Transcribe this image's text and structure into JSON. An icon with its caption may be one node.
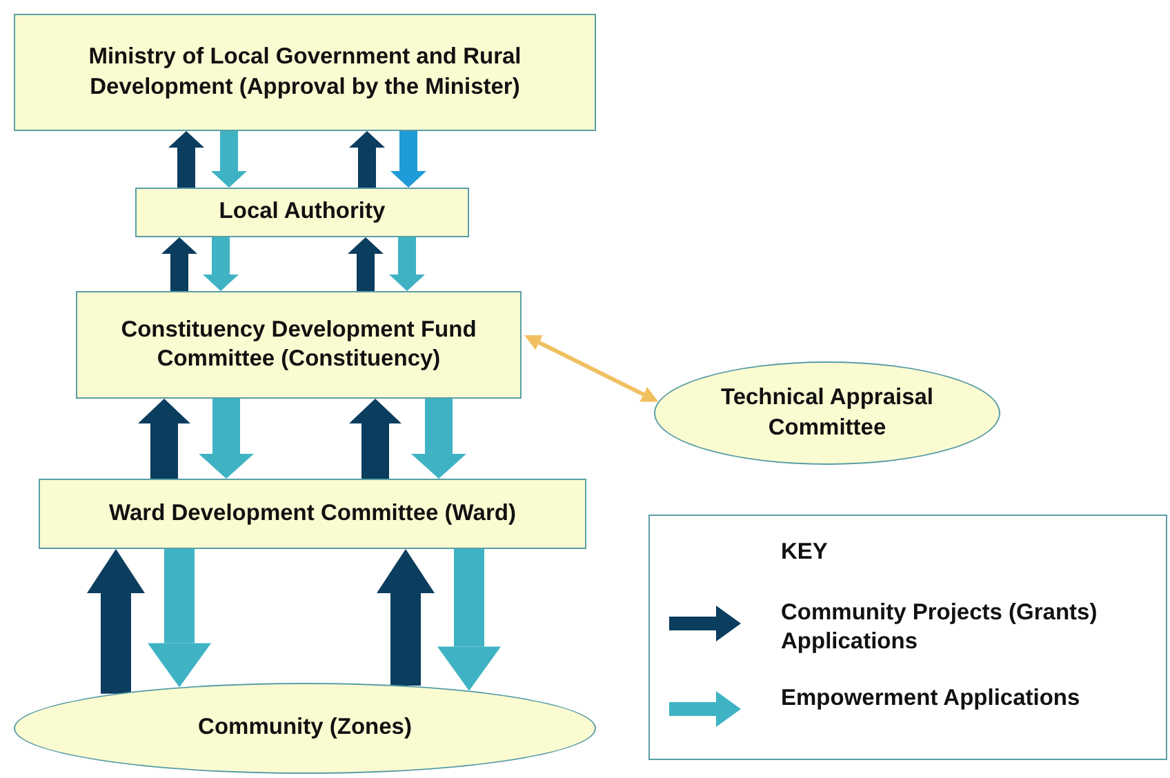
{
  "diagram": {
    "nodes": [
      {
        "text": [
          "Ministry of Local Government and Rural Development (Approval by the Minister)"
        ]
      },
      {
        "text": [
          "Local Authority"
        ]
      },
      {
        "text": [
          "Constituency Development Fund Committee (Constituency)"
        ]
      },
      {
        "text": [
          "Technical Appraisal Committee"
        ]
      },
      {
        "text": [
          "Ward Development Committee (Ward)"
        ]
      },
      {
        "text": [
          "Community (Zones)"
        ]
      }
    ],
    "edges": [
      {
        "from": 1,
        "to": 0,
        "arrow": "to",
        "color": "#0b3d5e"
      },
      {
        "from": 0,
        "to": 1,
        "arrow": "to",
        "color": "#3fb3c4"
      },
      {
        "from": 1,
        "to": 0,
        "arrow": "to",
        "color": "#0b3d5e"
      },
      {
        "from": 0,
        "to": 1,
        "arrow": "to",
        "color": "#1f9bd7"
      },
      {
        "from": 2,
        "to": 1,
        "arrow": "to",
        "color": "#0b3d5e"
      },
      {
        "from": 1,
        "to": 2,
        "arrow": "to",
        "color": "#3fb3c4"
      },
      {
        "from": 2,
        "to": 1,
        "arrow": "to",
        "color": "#0b3d5e"
      },
      {
        "from": 1,
        "to": 2,
        "arrow": "to",
        "color": "#3fb3c4"
      },
      {
        "from": 2,
        "to": 3,
        "arrow": "both",
        "color": "#f0c060"
      },
      {
        "from": 4,
        "to": 2,
        "arrow": "to",
        "color": "#0b3d5e"
      },
      {
        "from": 2,
        "to": 4,
        "arrow": "to",
        "color": "#3fb3c4"
      },
      {
        "from": 4,
        "to": 2,
        "arrow": "to",
        "color": "#0b3d5e"
      },
      {
        "from": 2,
        "to": 4,
        "arrow": "to",
        "color": "#3fb3c4"
      },
      {
        "from": 5,
        "to": 4,
        "arrow": "to",
        "color": "#0b3d5e"
      },
      {
        "from": 4,
        "to": 5,
        "arrow": "to",
        "color": "#3fb3c4"
      },
      {
        "from": 5,
        "to": 4,
        "arrow": "to",
        "color": "#0b3d5e"
      },
      {
        "from": 4,
        "to": 5,
        "arrow": "to",
        "color": "#3fb3c4"
      }
    ],
    "labels": [
      "KEY"
    ],
    "legend": [
      {
        "text": "Community Projects (Grants) Applications",
        "color": "#0b3d5e"
      },
      {
        "text": "Empowerment Applications",
        "color": "#3fb3c4"
      }
    ]
  }
}
